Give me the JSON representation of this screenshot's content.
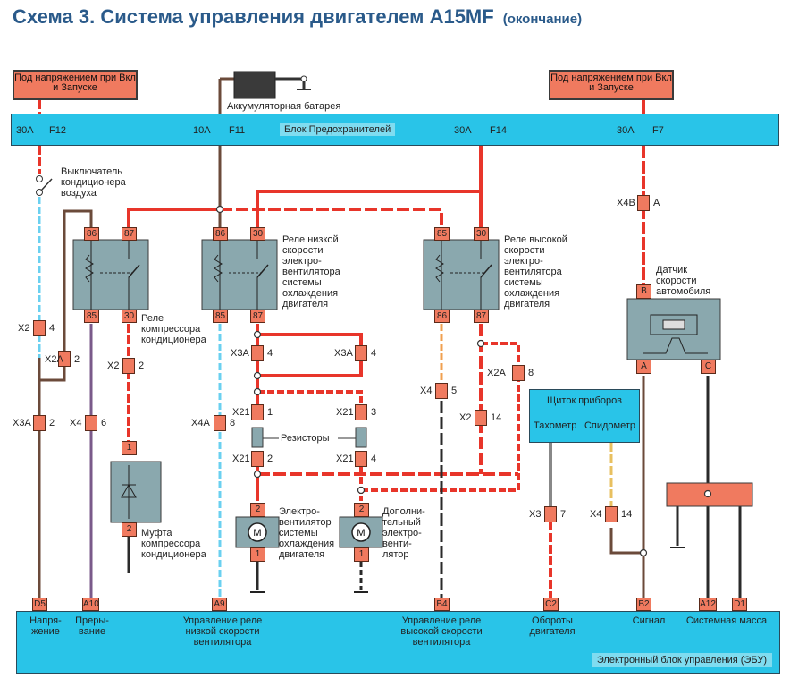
{
  "title": {
    "main": "Схема 3. Система управления двигателем A15MF",
    "suffix": "(окончание)"
  },
  "power_labels": {
    "left": "Под напряжением при Вкл и Запуске",
    "right": "Под напряжением при Вкл и Запуске"
  },
  "battery": {
    "label": "Аккумуляторная батарея"
  },
  "fuse_block": {
    "title": "Блок Предохранителей",
    "fuses": [
      {
        "rating": "30A",
        "id": "F12"
      },
      {
        "rating": "10A",
        "id": "F11"
      },
      {
        "rating": "30A",
        "id": "F14"
      },
      {
        "rating": "30A",
        "id": "F7"
      }
    ]
  },
  "switch": {
    "label": "Выключатель кондиционера воздуха"
  },
  "relays": {
    "ac": {
      "label": "Реле компрессора кондиционера",
      "pins": [
        "86",
        "87",
        "85",
        "30"
      ]
    },
    "low": {
      "label": "Реле низкой скорости электро-вентилятора системы охлаждения двигателя",
      "pins": [
        "86",
        "30",
        "85",
        "87"
      ]
    },
    "high": {
      "label": "Реле высокой скорости электро-вентилятора системы охлаждения двигателя",
      "pins": [
        "85",
        "30",
        "86",
        "87"
      ]
    }
  },
  "connectors": [
    {
      "name": "X2",
      "pin": "4"
    },
    {
      "name": "X2A",
      "pin": "2"
    },
    {
      "name": "X3A",
      "pin": "2"
    },
    {
      "name": "X4",
      "pin": "6"
    },
    {
      "name": "X2",
      "pin": "2"
    },
    {
      "name": "X4A",
      "pin": "8"
    },
    {
      "name": "X3A",
      "pin": "4"
    },
    {
      "name": "X3A",
      "pin": "4"
    },
    {
      "name": "X21",
      "pin": "1"
    },
    {
      "name": "X21",
      "pin": "3"
    },
    {
      "name": "X21",
      "pin": "2"
    },
    {
      "name": "X21",
      "pin": "4"
    },
    {
      "name": "X4",
      "pin": "5"
    },
    {
      "name": "X2A",
      "pin": "8"
    },
    {
      "name": "X2",
      "pin": "14"
    },
    {
      "name": "X3",
      "pin": "7"
    },
    {
      "name": "X4",
      "pin": "14"
    },
    {
      "name": "X4B",
      "pin": "A"
    }
  ],
  "resistors": {
    "label": "Резисторы"
  },
  "clutch": {
    "label": "Муфта компрессора кондиционера",
    "pins": [
      "1",
      "2"
    ]
  },
  "fan_main": {
    "label": "Электро-вентилятор системы охлаждения двигателя",
    "pins": [
      "2",
      "1"
    ],
    "symbol": "M"
  },
  "fan_aux": {
    "label": "Дополни-тельный электро-венти-лятор",
    "pins": [
      "2",
      "1"
    ],
    "symbol": "M"
  },
  "speed_sensor": {
    "label": "Датчик скорости автомобиля",
    "pins": [
      "B",
      "A",
      "C"
    ]
  },
  "instrument_panel": {
    "title": "Щиток приборов",
    "tachometer": "Тахометр",
    "speedometer": "Спидометр"
  },
  "ecu": {
    "title": "Электронный блок управления (ЭБУ)",
    "pins": [
      {
        "id": "D5",
        "label": "Напря-жение"
      },
      {
        "id": "A10",
        "label": "Преры-вание"
      },
      {
        "id": "A9",
        "label": "Управление реле низкой скорости вентилятора"
      },
      {
        "id": "B4",
        "label": "Управление реле высокой скорости вентилятора"
      },
      {
        "id": "C2",
        "label": "Обороты двигателя"
      },
      {
        "id": "B2",
        "label": "Сигнал"
      },
      {
        "id": "A12",
        "label": "Системная масса"
      },
      {
        "id": "D1",
        "label": ""
      }
    ]
  },
  "colors": {
    "title": "#2a5a8a",
    "panel_cyan": "#29c4e8",
    "pin_orange": "#f07a5f",
    "wire_red": "#e8352a",
    "wire_brown": "#6b4a3a",
    "wire_purple": "#7a5a8a",
    "wire_lightblue": "#6ad0f0",
    "wire_black": "#2a2a2a",
    "relay_gray": "#8aa8ae"
  }
}
